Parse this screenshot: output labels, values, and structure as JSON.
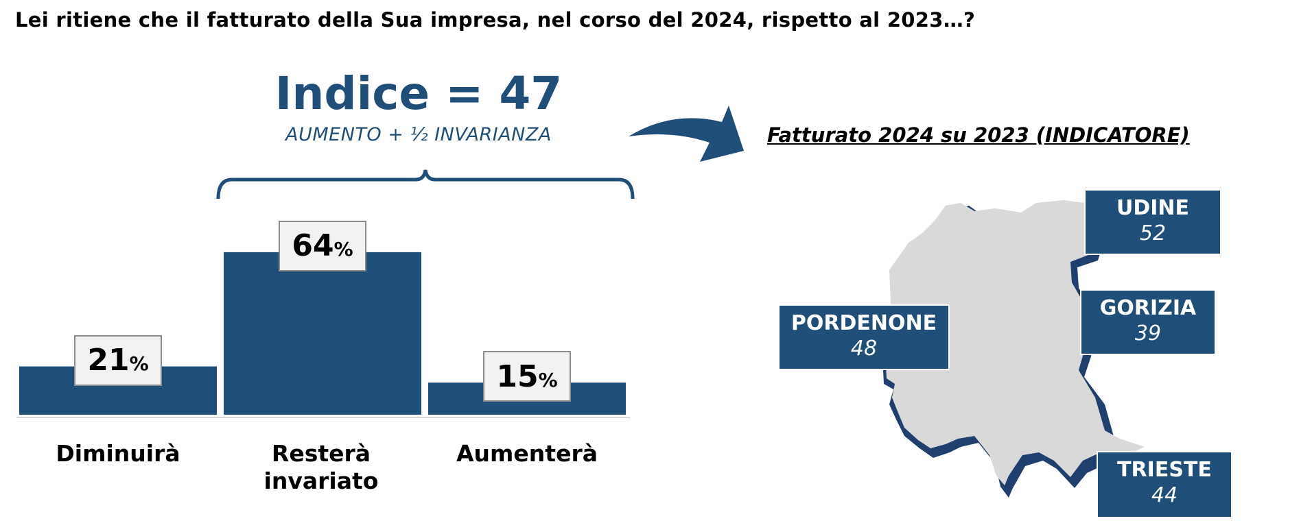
{
  "question": "Lei ritiene che il fatturato della Sua impresa, nel corso del 2024, rispetto al 2023…?",
  "index": {
    "title": "Indice = 47",
    "subtitle": "AUMENTO + ½ INVARIANZA"
  },
  "map": {
    "title": "Fatturato 2024 su 2023 (INDICATORE)",
    "regions": [
      {
        "name": "UDINE",
        "value": "52"
      },
      {
        "name": "GORIZIA",
        "value": "39"
      },
      {
        "name": "PORDENONE",
        "value": "48"
      },
      {
        "name": "TRIESTE",
        "value": "44"
      }
    ]
  },
  "colors": {
    "bar": "#1f4e79",
    "map_fill": "#d9d9d9",
    "map_shadow": "#1f3f6e"
  },
  "chart_data": {
    "type": "bar",
    "categories": [
      "Diminuirà",
      "Resterà invariato",
      "Aumenterà"
    ],
    "values": [
      21,
      64,
      15
    ],
    "value_labels": [
      "21",
      "64",
      "15"
    ],
    "unit": "%",
    "ylim": [
      0,
      100
    ],
    "grid": false
  }
}
